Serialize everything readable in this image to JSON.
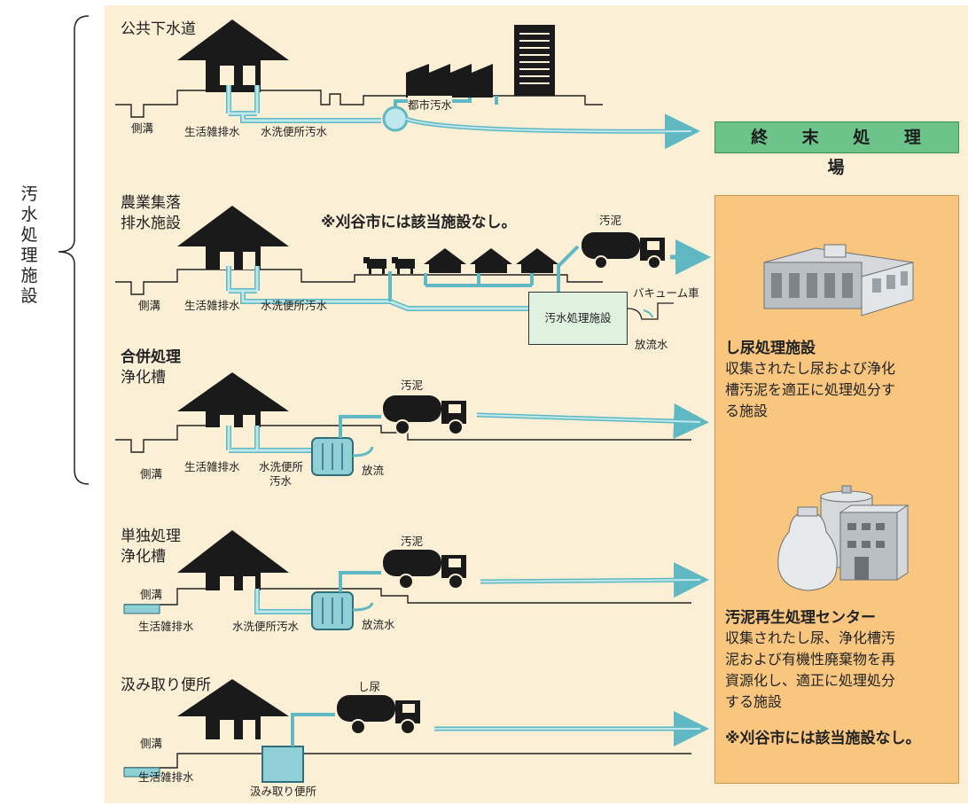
{
  "group_label": "汚水処理施設",
  "sections": {
    "public_sewer": {
      "title": "公共下水道",
      "ditch": "側溝",
      "gray_water": "生活雑排水",
      "toilet_water": "水洗便所汚水",
      "city_sewage": "都市汚水"
    },
    "agricultural": {
      "title_line1": "農業集落",
      "title_line2": "排水施設",
      "note": "※刈谷市には該当施設なし。",
      "sludge": "汚泥",
      "ditch": "側溝",
      "gray_water": "生活雑排水",
      "toilet_water": "水洗便所汚水",
      "facility": "汚水処理施設",
      "vacuum_truck": "バキューム車",
      "discharge": "放流水"
    },
    "combined": {
      "title_line1": "合併処理",
      "title_line2": "浄化槽",
      "sludge": "汚泥",
      "ditch": "側溝",
      "gray_water": "生活雑排水",
      "toilet_line1": "水洗便所",
      "toilet_line2": "汚水",
      "discharge": "放流"
    },
    "single": {
      "title_line1": "単独処理",
      "title_line2": "浄化槽",
      "sludge": "汚泥",
      "ditch": "側溝",
      "gray_water": "生活雑排水",
      "toilet_water": "水洗便所汚水",
      "discharge": "放流水"
    },
    "pit": {
      "title": "汲み取り便所",
      "night_soil": "し尿",
      "ditch": "側溝",
      "gray_water": "生活雑排水",
      "pit_toilet": "汲み取り便所"
    }
  },
  "end_plant": "終 末 処 理 場",
  "night_soil_facility": {
    "title": "し尿処理施設",
    "desc_line1": "収集されたし尿および浄化",
    "desc_line2": "槽汚泥を適正に処理処分す",
    "desc_line3": "る施設"
  },
  "sludge_center": {
    "title": "汚泥再生処理センター",
    "desc_line1": "収集されたし尿、浄化槽汚",
    "desc_line2": "泥および有機性廃棄物を再",
    "desc_line3": "資源化し、適正に処理処分",
    "desc_line4": "する施設",
    "note": "※刈谷市には該当施設なし。"
  },
  "colors": {
    "background": "#fbefd6",
    "pipe": "#8fd0d6",
    "end_plant": "#6cc48a",
    "right_box": "#f8c67f",
    "silhouette": "#1a1a1a"
  }
}
